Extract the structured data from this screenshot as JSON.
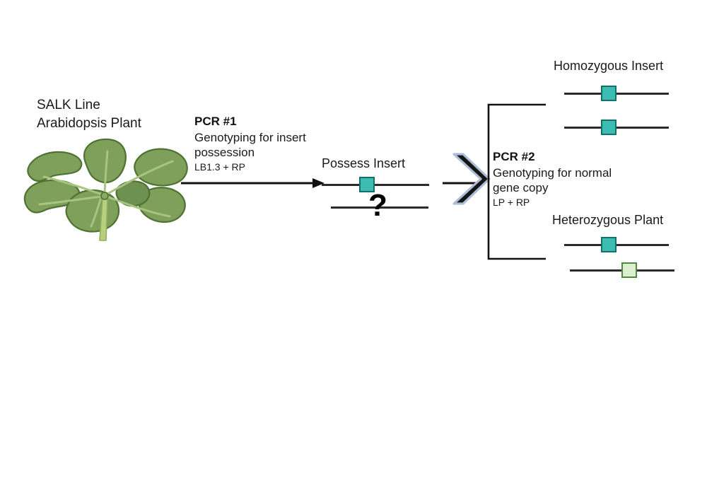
{
  "diagram": {
    "title": "SALK line Arabidopsis genotyping workflow",
    "background": "#ffffff"
  },
  "plant": {
    "label": "SALK Line\nArabidopsis Plant",
    "icon": "arabidopsis-rosette",
    "colors": {
      "leaf_fill": "#7fa05a",
      "leaf_fill_dark": "#6d9150",
      "leaf_outline": "#4e7233",
      "vein": "#a9c47f",
      "stem": "#b7cf7e"
    }
  },
  "steps": [
    {
      "id": "pcr1",
      "title": "PCR #1",
      "description": "Genotyping for insert\npossession",
      "primers": "LB1.3 + RP"
    },
    {
      "id": "pcr2",
      "title": "PCR #2",
      "description": "Genotyping for normal\ngene copy",
      "primers": "LP + RP"
    }
  ],
  "outcomes": [
    {
      "id": "possess-insert",
      "label": "Possess Insert",
      "alleles": [
        {
          "type": "insert",
          "has_box": true
        },
        {
          "type": "unknown",
          "has_box": false,
          "marker": "?"
        }
      ]
    },
    {
      "id": "homozygous-insert",
      "label": "Homozygous Insert",
      "alleles": [
        {
          "type": "insert",
          "has_box": true
        },
        {
          "type": "insert",
          "has_box": true
        }
      ]
    },
    {
      "id": "heterozygous-plant",
      "label": "Heterozygous Plant",
      "alleles": [
        {
          "type": "insert",
          "has_box": true
        },
        {
          "type": "wildtype",
          "has_box": true
        }
      ]
    }
  ],
  "markers": {
    "unknown": "?"
  },
  "colors": {
    "insert_fill": "#3dbdb2",
    "insert_border": "#14706b",
    "wildtype_fill": "#dcf0d0",
    "wildtype_border": "#4e8a3c",
    "allele_line": "#2b2b2b",
    "arrow": "#111111",
    "chevron_fill": "#151515",
    "chevron_outline": "#aebdd6",
    "bracket": "#111111",
    "text": "#1a1a1a"
  },
  "connectors": {
    "arrow_pcr1": "arrow-right-icon",
    "chevron_pcr2": "chevron-right-icon",
    "bracket_outcomes": "left-bracket"
  }
}
